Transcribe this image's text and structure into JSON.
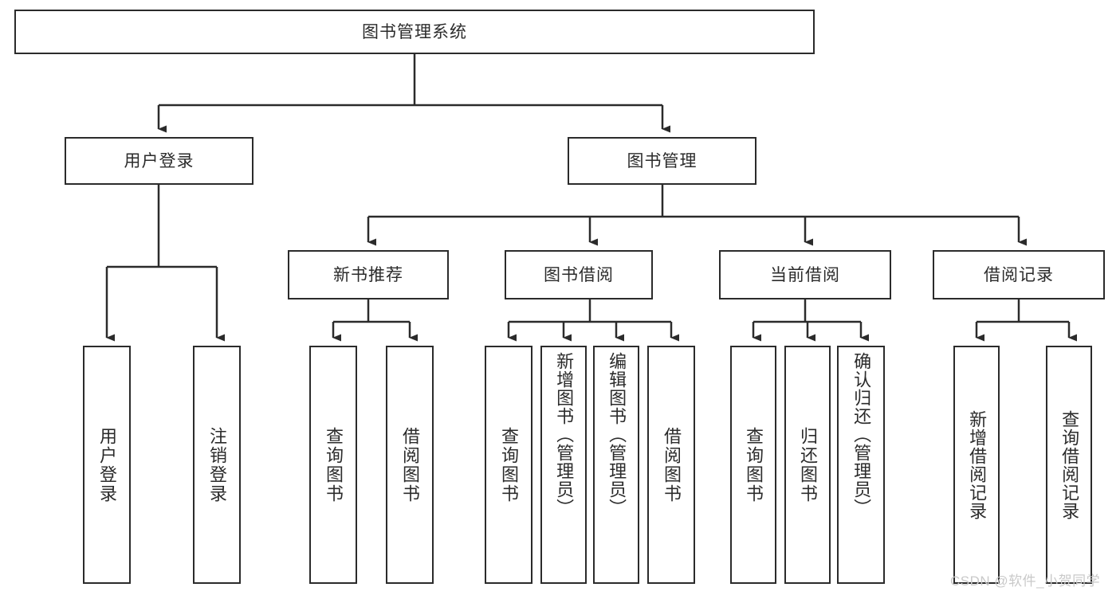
{
  "diagram": {
    "type": "tree",
    "title": "图书管理系统",
    "orientation": "top-down",
    "colors": {
      "background": "#ffffff",
      "stroke": "#2b2b2b",
      "node_fill": "#ffffff",
      "text": "#2b2b2b",
      "watermark": "#c9c9c9"
    },
    "root": {
      "label": "图书管理系统"
    },
    "level2": [
      {
        "label": "用户登录"
      },
      {
        "label": "图书管理"
      }
    ],
    "level3": [
      {
        "label": "新书推荐"
      },
      {
        "label": "图书借阅"
      },
      {
        "label": "当前借阅"
      },
      {
        "label": "借阅记录"
      }
    ],
    "leaves": {
      "user_login": [
        {
          "label": "用户登录"
        },
        {
          "label": "注销登录"
        }
      ],
      "new_book_recommend": [
        {
          "label": "查询图书"
        },
        {
          "label": "借阅图书"
        }
      ],
      "book_borrow": [
        {
          "label": "查询图书"
        },
        {
          "label": "新增图书（管理员）"
        },
        {
          "label": "编辑图书（管理员）"
        },
        {
          "label": "借阅图书"
        }
      ],
      "current_borrow": [
        {
          "label": "查询图书"
        },
        {
          "label": "归还图书"
        },
        {
          "label": "确认归还（管理员）"
        }
      ],
      "borrow_record": [
        {
          "label": "新增借阅记录"
        },
        {
          "label": "查询借阅记录"
        }
      ]
    }
  },
  "watermark": {
    "text": "CSDN @软件_小贺同学"
  }
}
